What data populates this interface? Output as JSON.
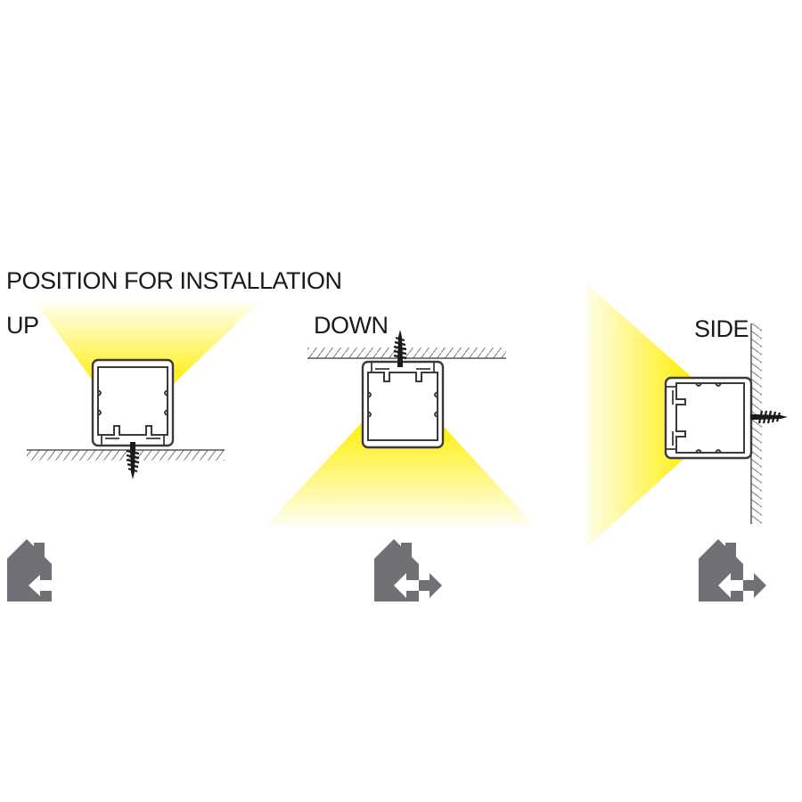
{
  "title": "POSITION FOR INSTALLATION",
  "positions": [
    {
      "label": "UP"
    },
    {
      "label": "DOWN"
    },
    {
      "label": "SIDE"
    }
  ],
  "colors": {
    "light": "#ffee00",
    "profile_stroke": "#3a3a3a",
    "icon_gray": "#707176"
  },
  "icons": [
    "house-arrow-left-icon",
    "house-arrow-both-icon",
    "house-arrow-both-icon"
  ]
}
